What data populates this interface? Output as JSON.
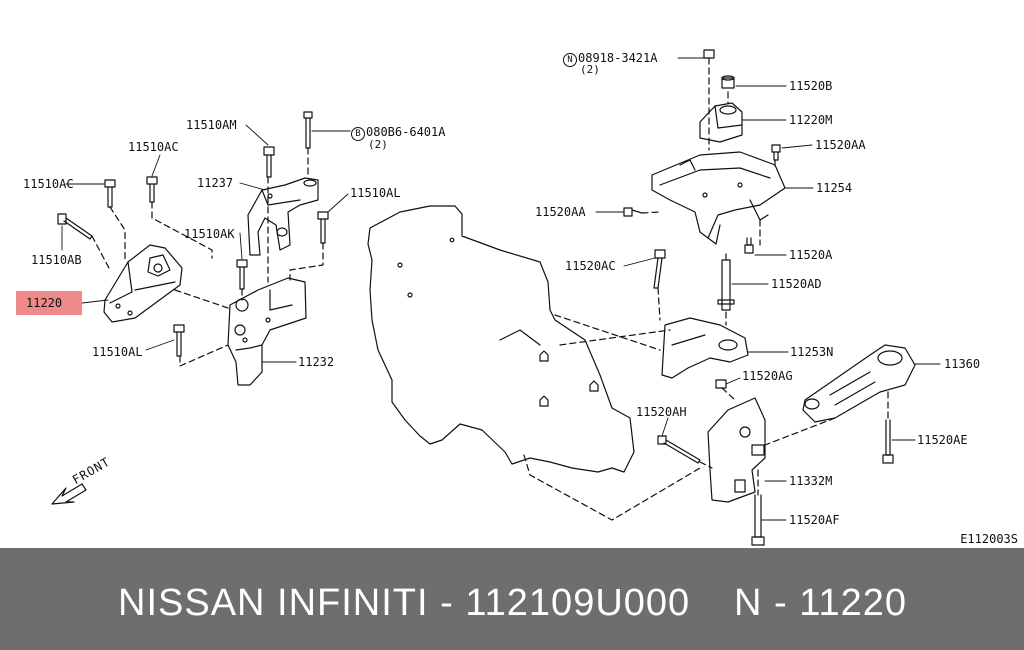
{
  "labels": {
    "p11510AM": "11510AM",
    "p11510AC_a": "11510AC",
    "p11510AC_b": "11510AC",
    "p11237": "11237",
    "p080B6": "080B6-6401A",
    "p080B6_qty": "(2)",
    "p11510AL_a": "11510AL",
    "p11510AK": "11510AK",
    "p11510AB": "11510AB",
    "p11220": "11220",
    "p11510AL_b": "11510AL",
    "p11232": "11232",
    "p08918": "08918-3421A",
    "p08918_qty": "(2)",
    "p11520B": "11520B",
    "p11220M": "11220M",
    "p11520AA_a": "11520AA",
    "p11254": "11254",
    "p11520AA_b": "11520AA",
    "p11520A": "11520A",
    "p11520AC": "11520AC",
    "p11520AD": "11520AD",
    "p11253N": "11253N",
    "p11360": "11360",
    "p11520AG": "11520AG",
    "p11520AH": "11520AH",
    "p11520AE": "11520AE",
    "p11332M": "11332M",
    "p11520AF": "11520AF",
    "prefix_B": "B",
    "prefix_N": "N",
    "front": "FRONT",
    "diagram_code": "E112003S"
  },
  "highlight_color": "#f08a8a",
  "footer": {
    "brand": "NISSAN  INFINITI - 112109U000",
    "ref": "N - 11220"
  }
}
